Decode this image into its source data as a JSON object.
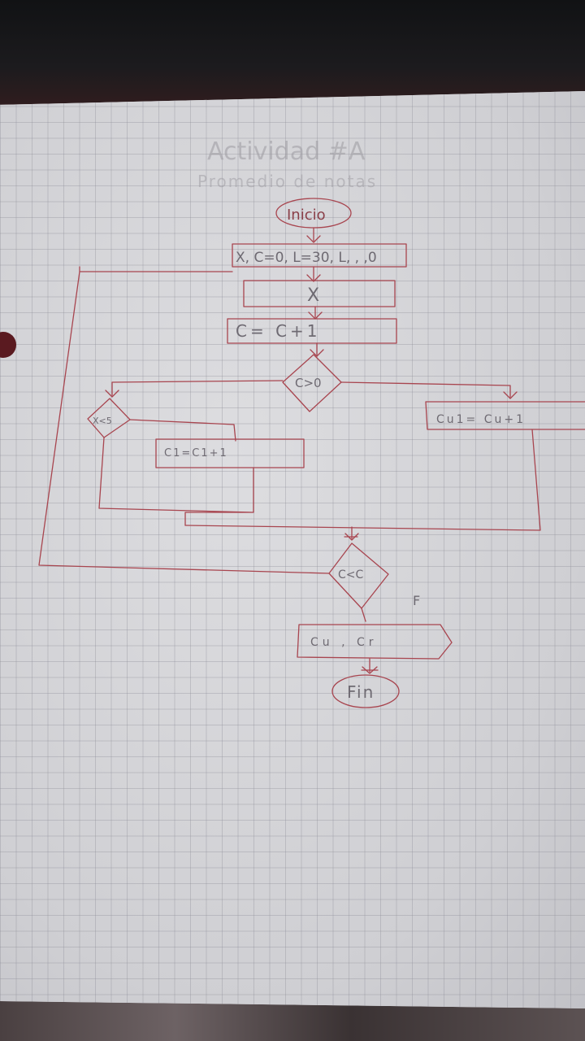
{
  "title_line1": "Actividad #A",
  "title_line2": "Promedio de notas",
  "start_label": "Inicio",
  "init_box": "X, C=0, L=30, L, , ,0",
  "input_box": "X",
  "counter_box": "C= C+1",
  "decision_main": "C>0",
  "decision_left": "X<5",
  "left_process": "C1=C1+1",
  "right_process": "Cu1= Cu+1",
  "decision_loop": "C<C",
  "false_label": "F",
  "output_box": "Cu , Cr",
  "end_label": "Fin",
  "colors": {
    "ink": "#a8454f",
    "pencil": "#6e6a72",
    "paper": "#d6d6d9"
  }
}
